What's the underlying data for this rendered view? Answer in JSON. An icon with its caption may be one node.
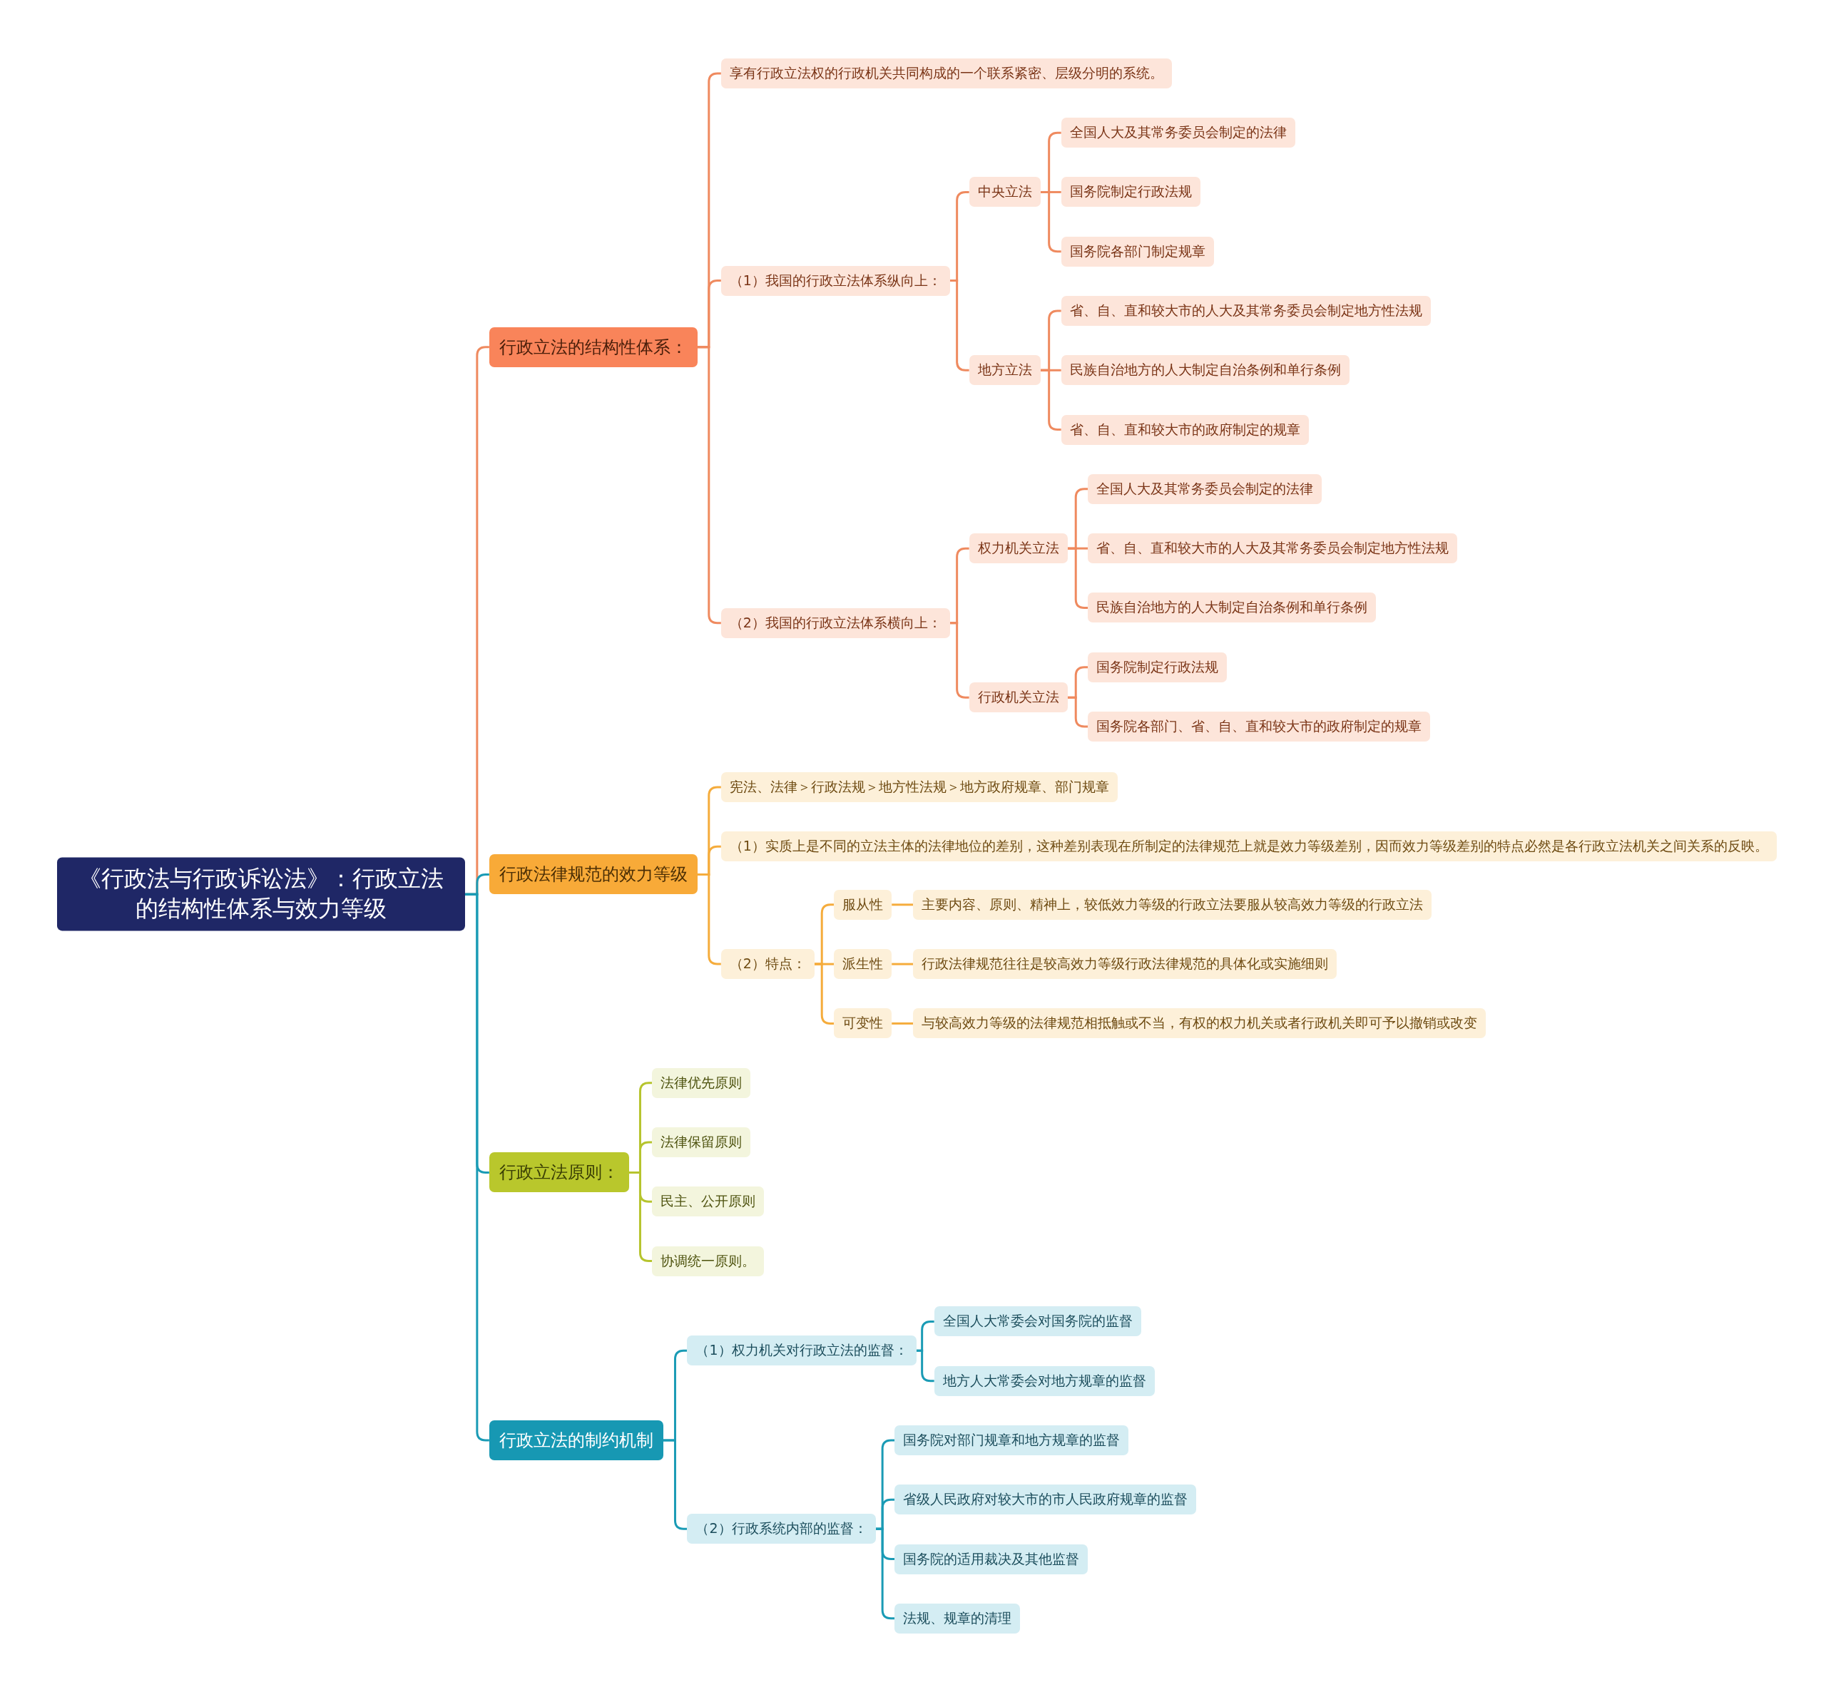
{
  "diagram": {
    "nodes": [
      {
        "text": [
          "《行政法与行政诉讼法》：行政立法的结构性体系与效力等级"
        ]
      },
      {
        "text": [
          "行政立法的结构性体系："
        ]
      },
      {
        "text": [
          "享有行政立法权的行政机关共同构成的一个联系紧密、层级分明的系统。"
        ]
      },
      {
        "text": [
          "（1）我国的行政立法体系纵向上："
        ]
      },
      {
        "text": [
          "中央立法"
        ]
      },
      {
        "text": [
          "全国人大及其常务委员会制定的法律"
        ]
      },
      {
        "text": [
          "国务院制定行政法规"
        ]
      },
      {
        "text": [
          "国务院各部门制定规章"
        ]
      },
      {
        "text": [
          "地方立法"
        ]
      },
      {
        "text": [
          "省、自、直和较大市的人大及其常务委员会制定地方性法规"
        ]
      },
      {
        "text": [
          "民族自治地方的人大制定自治条例和单行条例"
        ]
      },
      {
        "text": [
          "省、自、直和较大市的政府制定的规章"
        ]
      },
      {
        "text": [
          "（2）我国的行政立法体系横向上："
        ]
      },
      {
        "text": [
          "权力机关立法"
        ]
      },
      {
        "text": [
          "全国人大及其常务委员会制定的法律"
        ]
      },
      {
        "text": [
          "省、自、直和较大市的人大及其常务委员会制定地方性法规"
        ]
      },
      {
        "text": [
          "民族自治地方的人大制定自治条例和单行条例"
        ]
      },
      {
        "text": [
          "行政机关立法"
        ]
      },
      {
        "text": [
          "国务院制定行政法规"
        ]
      },
      {
        "text": [
          "国务院各部门、省、自、直和较大市的政府制定的规章"
        ]
      },
      {
        "text": [
          "行政法律规范的效力等级"
        ]
      },
      {
        "text": [
          "宪法、法律＞行政法规＞地方性法规＞地方政府规章、部门规章"
        ]
      },
      {
        "text": [
          "（1）实质上是不同的立法主体的法律地位的差别，这种差别表现在所制定的法律规范上就是效力等级差别，因而效力等级差别的特点必然是各行政立法机关之间关系的反映。"
        ]
      },
      {
        "text": [
          "（2）特点："
        ]
      },
      {
        "text": [
          "服从性"
        ]
      },
      {
        "text": [
          "主要内容、原则、精神上，较低效力等级的行政立法要服从较高效力等级的行政立法"
        ]
      },
      {
        "text": [
          "派生性"
        ]
      },
      {
        "text": [
          "行政法律规范往往是较高效力等级行政法律规范的具体化或实施细则"
        ]
      },
      {
        "text": [
          "可变性"
        ]
      },
      {
        "text": [
          "与较高效力等级的法律规范相抵触或不当，有权的权力机关或者行政机关即可予以撤销或改变"
        ]
      },
      {
        "text": [
          "行政立法原则："
        ]
      },
      {
        "text": [
          "法律优先原则"
        ]
      },
      {
        "text": [
          "法律保留原则"
        ]
      },
      {
        "text": [
          "民主、公开原则"
        ]
      },
      {
        "text": [
          "协调统一原则。"
        ]
      },
      {
        "text": [
          "行政立法的制约机制"
        ]
      },
      {
        "text": [
          "（1）权力机关对行政立法的监督："
        ]
      },
      {
        "text": [
          "全国人大常委会对国务院的监督"
        ]
      },
      {
        "text": [
          "地方人大常委会对地方规章的监督"
        ]
      },
      {
        "text": [
          "（2）行政系统内部的监督："
        ]
      },
      {
        "text": [
          "国务院对部门规章和地方规章的监督"
        ]
      },
      {
        "text": [
          "省级人民政府对较大市的市人民政府规章的监督"
        ]
      },
      {
        "text": [
          "国务院的适用裁决及其他监督"
        ]
      },
      {
        "text": [
          "法规、规章的清理"
        ]
      }
    ],
    "edges": [
      {
        "from": 0,
        "to": 1,
        "arrow": "none",
        "color": "#ef8a5f"
      },
      {
        "from": 1,
        "to": 2,
        "arrow": "none",
        "color": "#ef8a5f"
      },
      {
        "from": 1,
        "to": 3,
        "arrow": "none",
        "color": "#ef8a5f"
      },
      {
        "from": 3,
        "to": 4,
        "arrow": "none",
        "color": "#ef8a5f"
      },
      {
        "from": 4,
        "to": 5,
        "arrow": "none",
        "color": "#ef8a5f"
      },
      {
        "from": 4,
        "to": 6,
        "arrow": "none",
        "color": "#ef8a5f"
      },
      {
        "from": 4,
        "to": 7,
        "arrow": "none",
        "color": "#ef8a5f"
      },
      {
        "from": 3,
        "to": 8,
        "arrow": "none",
        "color": "#ef8a5f"
      },
      {
        "from": 8,
        "to": 9,
        "arrow": "none",
        "color": "#ef8a5f"
      },
      {
        "from": 8,
        "to": 10,
        "arrow": "none",
        "color": "#ef8a5f"
      },
      {
        "from": 8,
        "to": 11,
        "arrow": "none",
        "color": "#ef8a5f"
      },
      {
        "from": 1,
        "to": 12,
        "arrow": "none",
        "color": "#ef8a5f"
      },
      {
        "from": 12,
        "to": 13,
        "arrow": "none",
        "color": "#ef8a5f"
      },
      {
        "from": 13,
        "to": 14,
        "arrow": "none",
        "color": "#ef8a5f"
      },
      {
        "from": 13,
        "to": 15,
        "arrow": "none",
        "color": "#ef8a5f"
      },
      {
        "from": 13,
        "to": 16,
        "arrow": "none",
        "color": "#ef8a5f"
      },
      {
        "from": 12,
        "to": 17,
        "arrow": "none",
        "color": "#ef8a5f"
      },
      {
        "from": 17,
        "to": 18,
        "arrow": "none",
        "color": "#ef8a5f"
      },
      {
        "from": 17,
        "to": 19,
        "arrow": "none",
        "color": "#ef8a5f"
      },
      {
        "from": 0,
        "to": 20,
        "arrow": "none",
        "color": "#1a9bb5"
      },
      {
        "from": 20,
        "to": 21,
        "arrow": "none",
        "color": "#f5ac3c"
      },
      {
        "from": 20,
        "to": 22,
        "arrow": "none",
        "color": "#f5ac3c"
      },
      {
        "from": 20,
        "to": 23,
        "arrow": "none",
        "color": "#f5ac3c"
      },
      {
        "from": 23,
        "to": 24,
        "arrow": "none",
        "color": "#f5ac3c"
      },
      {
        "from": 24,
        "to": 25,
        "arrow": "none",
        "color": "#f5ac3c"
      },
      {
        "from": 23,
        "to": 26,
        "arrow": "none",
        "color": "#f5ac3c"
      },
      {
        "from": 26,
        "to": 27,
        "arrow": "none",
        "color": "#f5ac3c"
      },
      {
        "from": 23,
        "to": 28,
        "arrow": "none",
        "color": "#f5ac3c"
      },
      {
        "from": 28,
        "to": 29,
        "arrow": "none",
        "color": "#f5ac3c"
      },
      {
        "from": 0,
        "to": 30,
        "arrow": "none",
        "color": "#1a9bb5"
      },
      {
        "from": 30,
        "to": 31,
        "arrow": "none",
        "color": "#b6c42e"
      },
      {
        "from": 30,
        "to": 32,
        "arrow": "none",
        "color": "#b6c42e"
      },
      {
        "from": 30,
        "to": 33,
        "arrow": "none",
        "color": "#b6c42e"
      },
      {
        "from": 30,
        "to": 34,
        "arrow": "none",
        "color": "#b6c42e"
      },
      {
        "from": 0,
        "to": 35,
        "arrow": "none",
        "color": "#1a9bb5"
      },
      {
        "from": 35,
        "to": 36,
        "arrow": "none",
        "color": "#1a9bb5"
      },
      {
        "from": 36,
        "to": 37,
        "arrow": "none",
        "color": "#1a9bb5"
      },
      {
        "from": 36,
        "to": 38,
        "arrow": "none",
        "color": "#1a9bb5"
      },
      {
        "from": 35,
        "to": 39,
        "arrow": "none",
        "color": "#1a9bb5"
      },
      {
        "from": 39,
        "to": 40,
        "arrow": "none",
        "color": "#1a9bb5"
      },
      {
        "from": 39,
        "to": 41,
        "arrow": "none",
        "color": "#1a9bb5"
      },
      {
        "from": 39,
        "to": 42,
        "arrow": "none",
        "color": "#1a9bb5"
      },
      {
        "from": 39,
        "to": 43,
        "arrow": "none",
        "color": "#1a9bb5"
      }
    ]
  }
}
